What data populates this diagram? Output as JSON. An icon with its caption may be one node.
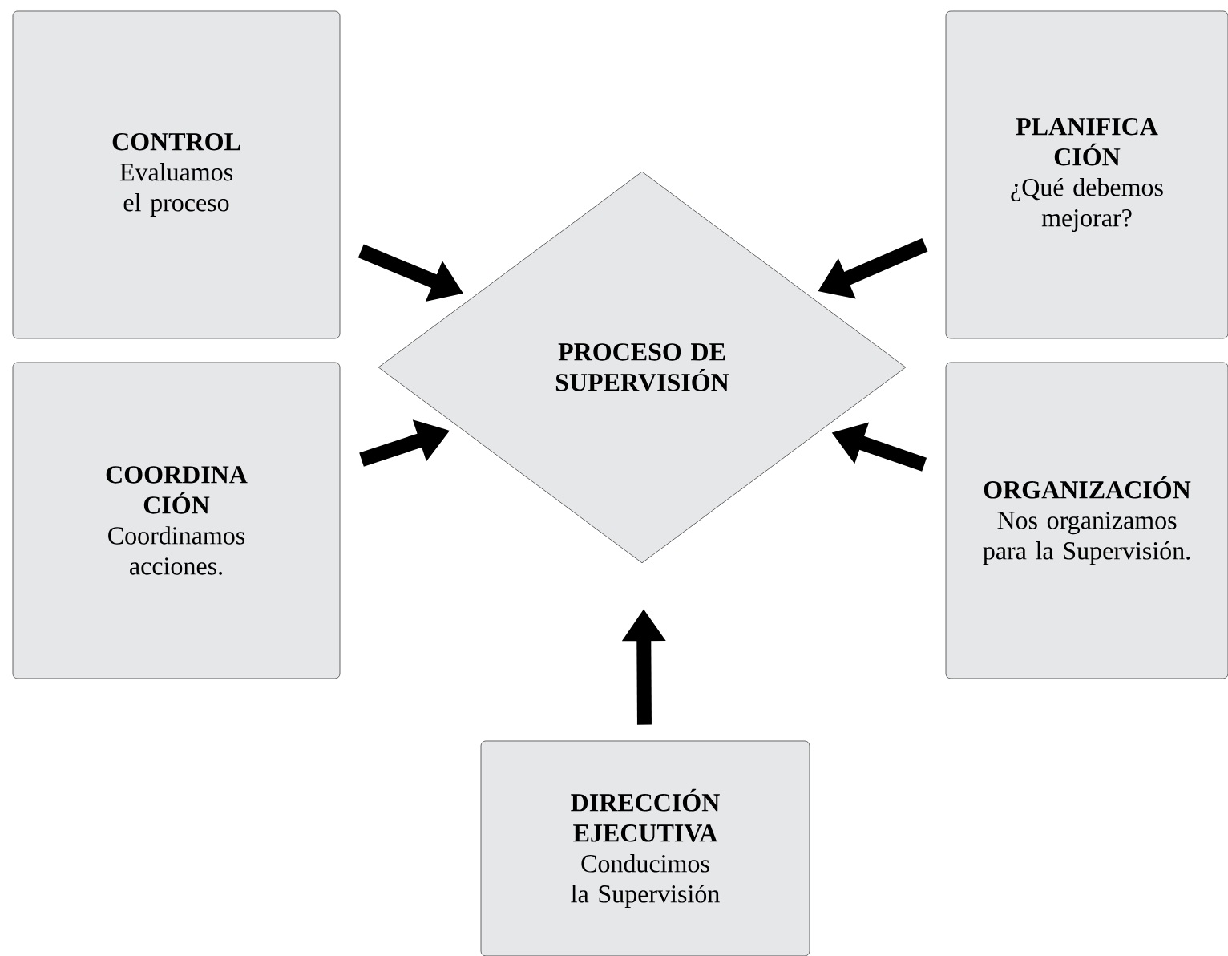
{
  "diagram": {
    "nodes": [
      {
        "text": [
          "CONTROL",
          "Evaluamos el proceso"
        ]
      },
      {
        "text": [
          "PLANIFICA CIÓN",
          "¿Qué debemos mejorar?"
        ]
      },
      {
        "text": [
          "PROCESO DE SUPERVISIÓN"
        ]
      },
      {
        "text": [
          "COORDINA CIÓN",
          "Coordinamos acciones."
        ]
      },
      {
        "text": [
          "ORGANIZACIÓN",
          "Nos organizamos para la Supervisión."
        ]
      },
      {
        "text": [
          "DIRECCIÓN EJECUTIVA",
          "Conducimos la Supervisión"
        ]
      }
    ],
    "edges": [
      {
        "from": 0,
        "to": 2,
        "arrow": "to"
      },
      {
        "from": 1,
        "to": 2,
        "arrow": "to"
      },
      {
        "from": 3,
        "to": 2,
        "arrow": "to"
      },
      {
        "from": 4,
        "to": 2,
        "arrow": "to"
      },
      {
        "from": 5,
        "to": 2,
        "arrow": "to"
      }
    ]
  }
}
